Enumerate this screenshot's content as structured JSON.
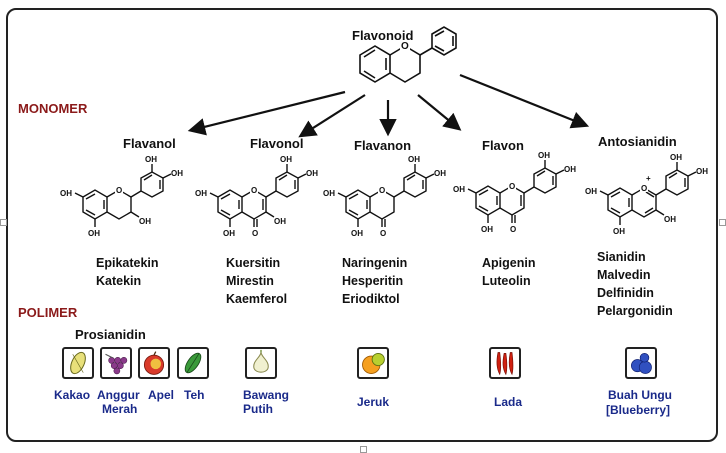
{
  "title": "Flavonoid",
  "sections": {
    "monomer": "MONOMER",
    "polymer": "POLIMER"
  },
  "classes": [
    {
      "name": "Flavanol",
      "compounds": [
        "Epikatekin",
        "Katekin"
      ]
    },
    {
      "name": "Flavonol",
      "compounds": [
        "Kuersitin",
        "Mirestin",
        "Kaemferol"
      ]
    },
    {
      "name": "Flavanon",
      "compounds": [
        "Naringenin",
        "Hesperitin",
        "Eriodiktol"
      ]
    },
    {
      "name": "Flavon",
      "compounds": [
        "Apigenin",
        "Luteolin"
      ]
    },
    {
      "name": "Antosianidin",
      "compounds": [
        "Sianidin",
        "Malvedin",
        "Delfinidin",
        "Pelargonidin"
      ]
    }
  ],
  "polymer_label": "Prosianidin",
  "foods": {
    "kakao": "Kakao",
    "anggur": "Anggur",
    "apel": "Apel",
    "teh": "Teh",
    "merah": "Merah",
    "bawang": "Bawang",
    "putih": "Putih",
    "jeruk": "Jeruk",
    "lada": "Lada",
    "buah_ungu": "Buah Ungu",
    "blueberry": "[Blueberry]"
  },
  "atom_labels": {
    "hydroxyl": "OH",
    "oxygen": "O",
    "plus": "+"
  }
}
